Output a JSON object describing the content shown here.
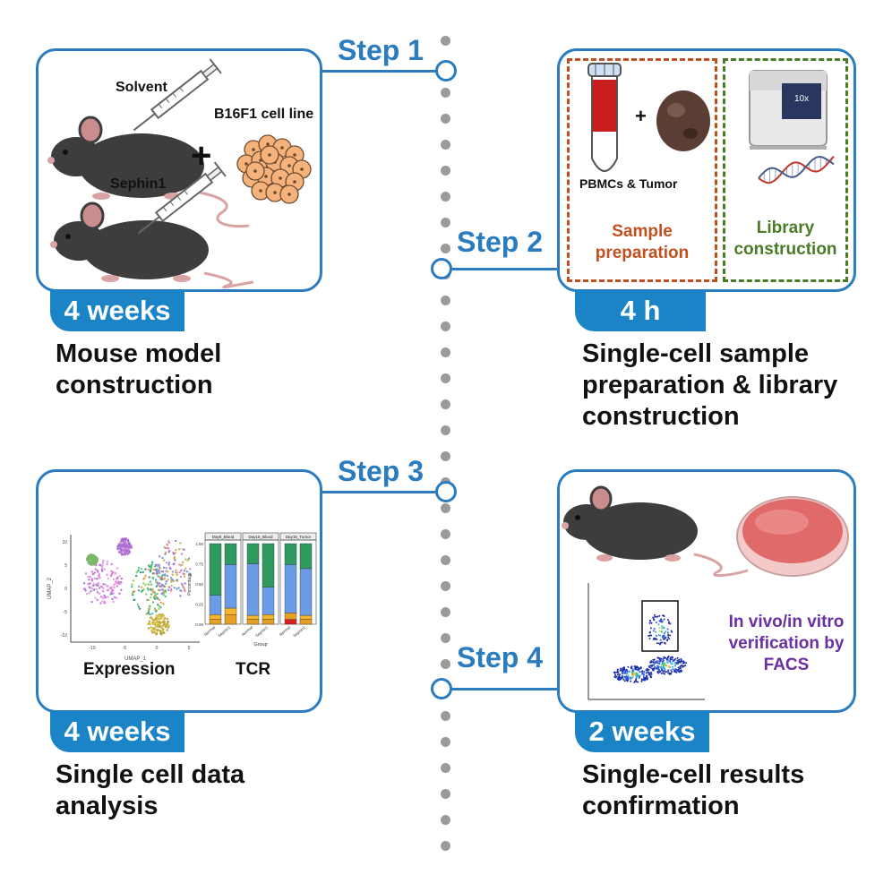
{
  "steps": [
    {
      "label": "Step 1",
      "duration": "4 weeks",
      "caption_line1": "Mouse model",
      "caption_line2": "construction"
    },
    {
      "label": "Step 2",
      "duration": "4 h",
      "caption_line1": "Single-cell sample",
      "caption_line2": "preparation & library",
      "caption_line3": "construction"
    },
    {
      "label": "Step 3",
      "duration": "4 weeks",
      "caption_line1": "Single cell data",
      "caption_line2": "analysis"
    },
    {
      "label": "Step 4",
      "duration": "2 weeks",
      "caption_line1": "Single-cell results",
      "caption_line2": "confirmation"
    }
  ],
  "panel1": {
    "solvent": "Solvent",
    "sephin": "Sephin1",
    "plus": "+",
    "cell_line": "B16F1 cell line"
  },
  "panel2": {
    "plus": "+",
    "pbmc_label": "PBMCs & Tumor",
    "sample_line1": "Sample",
    "sample_line2": "preparation",
    "library_line1": "Library",
    "library_line2": "construction",
    "device_logo": "10x"
  },
  "panel3": {
    "expression": "Expression",
    "tcr": "TCR",
    "umap_xlabel": "UMAP_1",
    "umap_ylabel": "UMAP_2",
    "umap_xticks": [
      "-10",
      "-5",
      "0",
      "5"
    ],
    "umap_yticks": [
      "10",
      "5",
      "0",
      "-5",
      "-10"
    ],
    "bar_facets": [
      "Day0_Blood",
      "Day15_Blood",
      "Day15_Tumor"
    ],
    "bar_ylabel": "Percentage",
    "bar_xlabel": "Group",
    "bar_yticks": [
      "1.00",
      "0.75",
      "0.50",
      "0.25",
      "0.00"
    ],
    "bar_categories": [
      "Normal",
      "Sephin1"
    ]
  },
  "panel4": {
    "line1": "In vivo/in vitro",
    "line2": "verification by",
    "line3": "FACS"
  },
  "colors": {
    "accent": "#2a7bbf",
    "tab": "#1a84c7",
    "sample": "#c0501f",
    "library": "#4a7c28",
    "facs_text": "#6a2fa0",
    "timeline_dot": "#9a9a9a"
  }
}
